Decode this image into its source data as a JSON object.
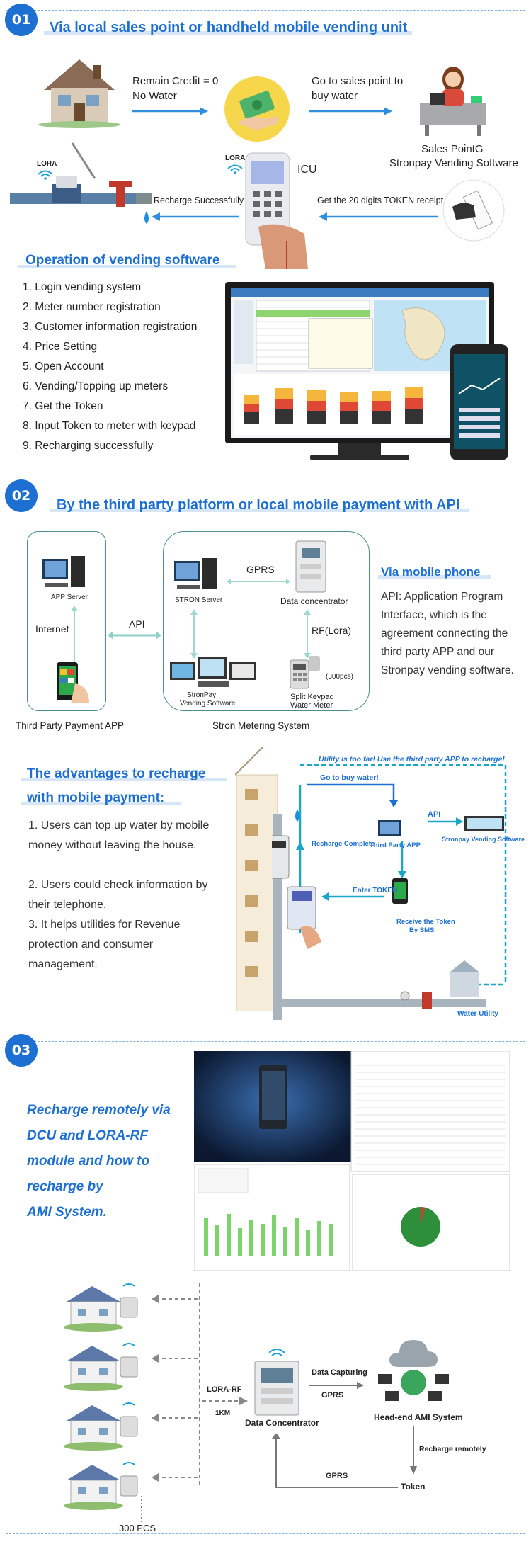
{
  "s1": {
    "badge": "01",
    "title": "Via local sales point or handheld mobile vending unit",
    "remain_credit": "Remain Credit = 0",
    "no_water": "No Water",
    "go_sales": "Go to sales point to",
    "buy_water": "buy water",
    "sales_point": "Sales PointG",
    "sales_software": "Stronpay Vending Software",
    "lora": "LORA",
    "lora2": "LORA",
    "icu": "ICU",
    "recharge_ok": "Recharge Successfully",
    "get_token": "Get the 20 digits TOKEN receipt",
    "op_title": "Operation of vending software",
    "steps": [
      "1. Login vending system",
      "2. Meter number registration",
      "3. Customer information registration",
      "4. Price Setting",
      "5. Open Account",
      "6. Vending/Topping up meters",
      "7. Get the Token",
      "8. Input Token to meter with keypad",
      "9. Recharging successfully"
    ]
  },
  "s2": {
    "badge": "02",
    "title": "By the third party platform or local mobile payment with API",
    "app_server": "APP Server",
    "internet": "Internet",
    "api": "API",
    "third_party_app": "Third Party Payment APP",
    "gprs": "GPRS",
    "strong_server": "STRON Server",
    "data_conc": "Data concentrator",
    "rf_lora": "RF(Lora)",
    "pcs": "(300pcs)",
    "vending_sw1": "StronPay",
    "vending_sw2": "Vending Software",
    "split_meter1": "Split Keypad",
    "split_meter2": "Water Meter",
    "system_label": "Stron Metering System",
    "via_mobile": "Via mobile phone",
    "api_desc": "API: Application Program Interface, which is the agreement connecting the third party APP and our Stronpay vending software.",
    "adv_title1": "The advantages to recharge",
    "adv_title2": "with mobile payment:",
    "adv_text": [
      "1. Users can top up water by mobile money without leaving the house.",
      "2. Users could check information by their telephone.",
      "3. It helps utilities for Revenue protection and consumer management."
    ],
    "utility_far": "Utility is too far!  Use the third party APP to recharge!",
    "go_buy": "Go to buy water!",
    "api2": "API",
    "third_party_app2": "Third Party APP",
    "stronpay_sw": "Stronpay Vending Software",
    "recharge_complete": "Recharge Complete",
    "enter_token": "Enter TOKEN",
    "receive_token1": "Receive the Token",
    "receive_token2": "By SMS",
    "water_utility": "Water Utility"
  },
  "s3": {
    "badge": "03",
    "title_lines": [
      "Recharge remotely via",
      "DCU and LORA-RF",
      "module and how to",
      "recharge by",
      "AMI System."
    ],
    "lora_rf": "LORA-RF",
    "km": "1KM",
    "data_conc": "Data Concentrator",
    "data_capturing": "Data Capturing",
    "gprs1": "GPRS",
    "head_end": "Head-end AMI System",
    "recharge_remotely": "Recharge remotely",
    "gprs2": "GPRS",
    "token": "Token",
    "pcs": "300 PCS"
  },
  "colors": {
    "accent": "#1d6fd1",
    "arrow": "#2f8fdc",
    "teal": "#1aa6c9",
    "dashed_border": "#7fb0de"
  }
}
